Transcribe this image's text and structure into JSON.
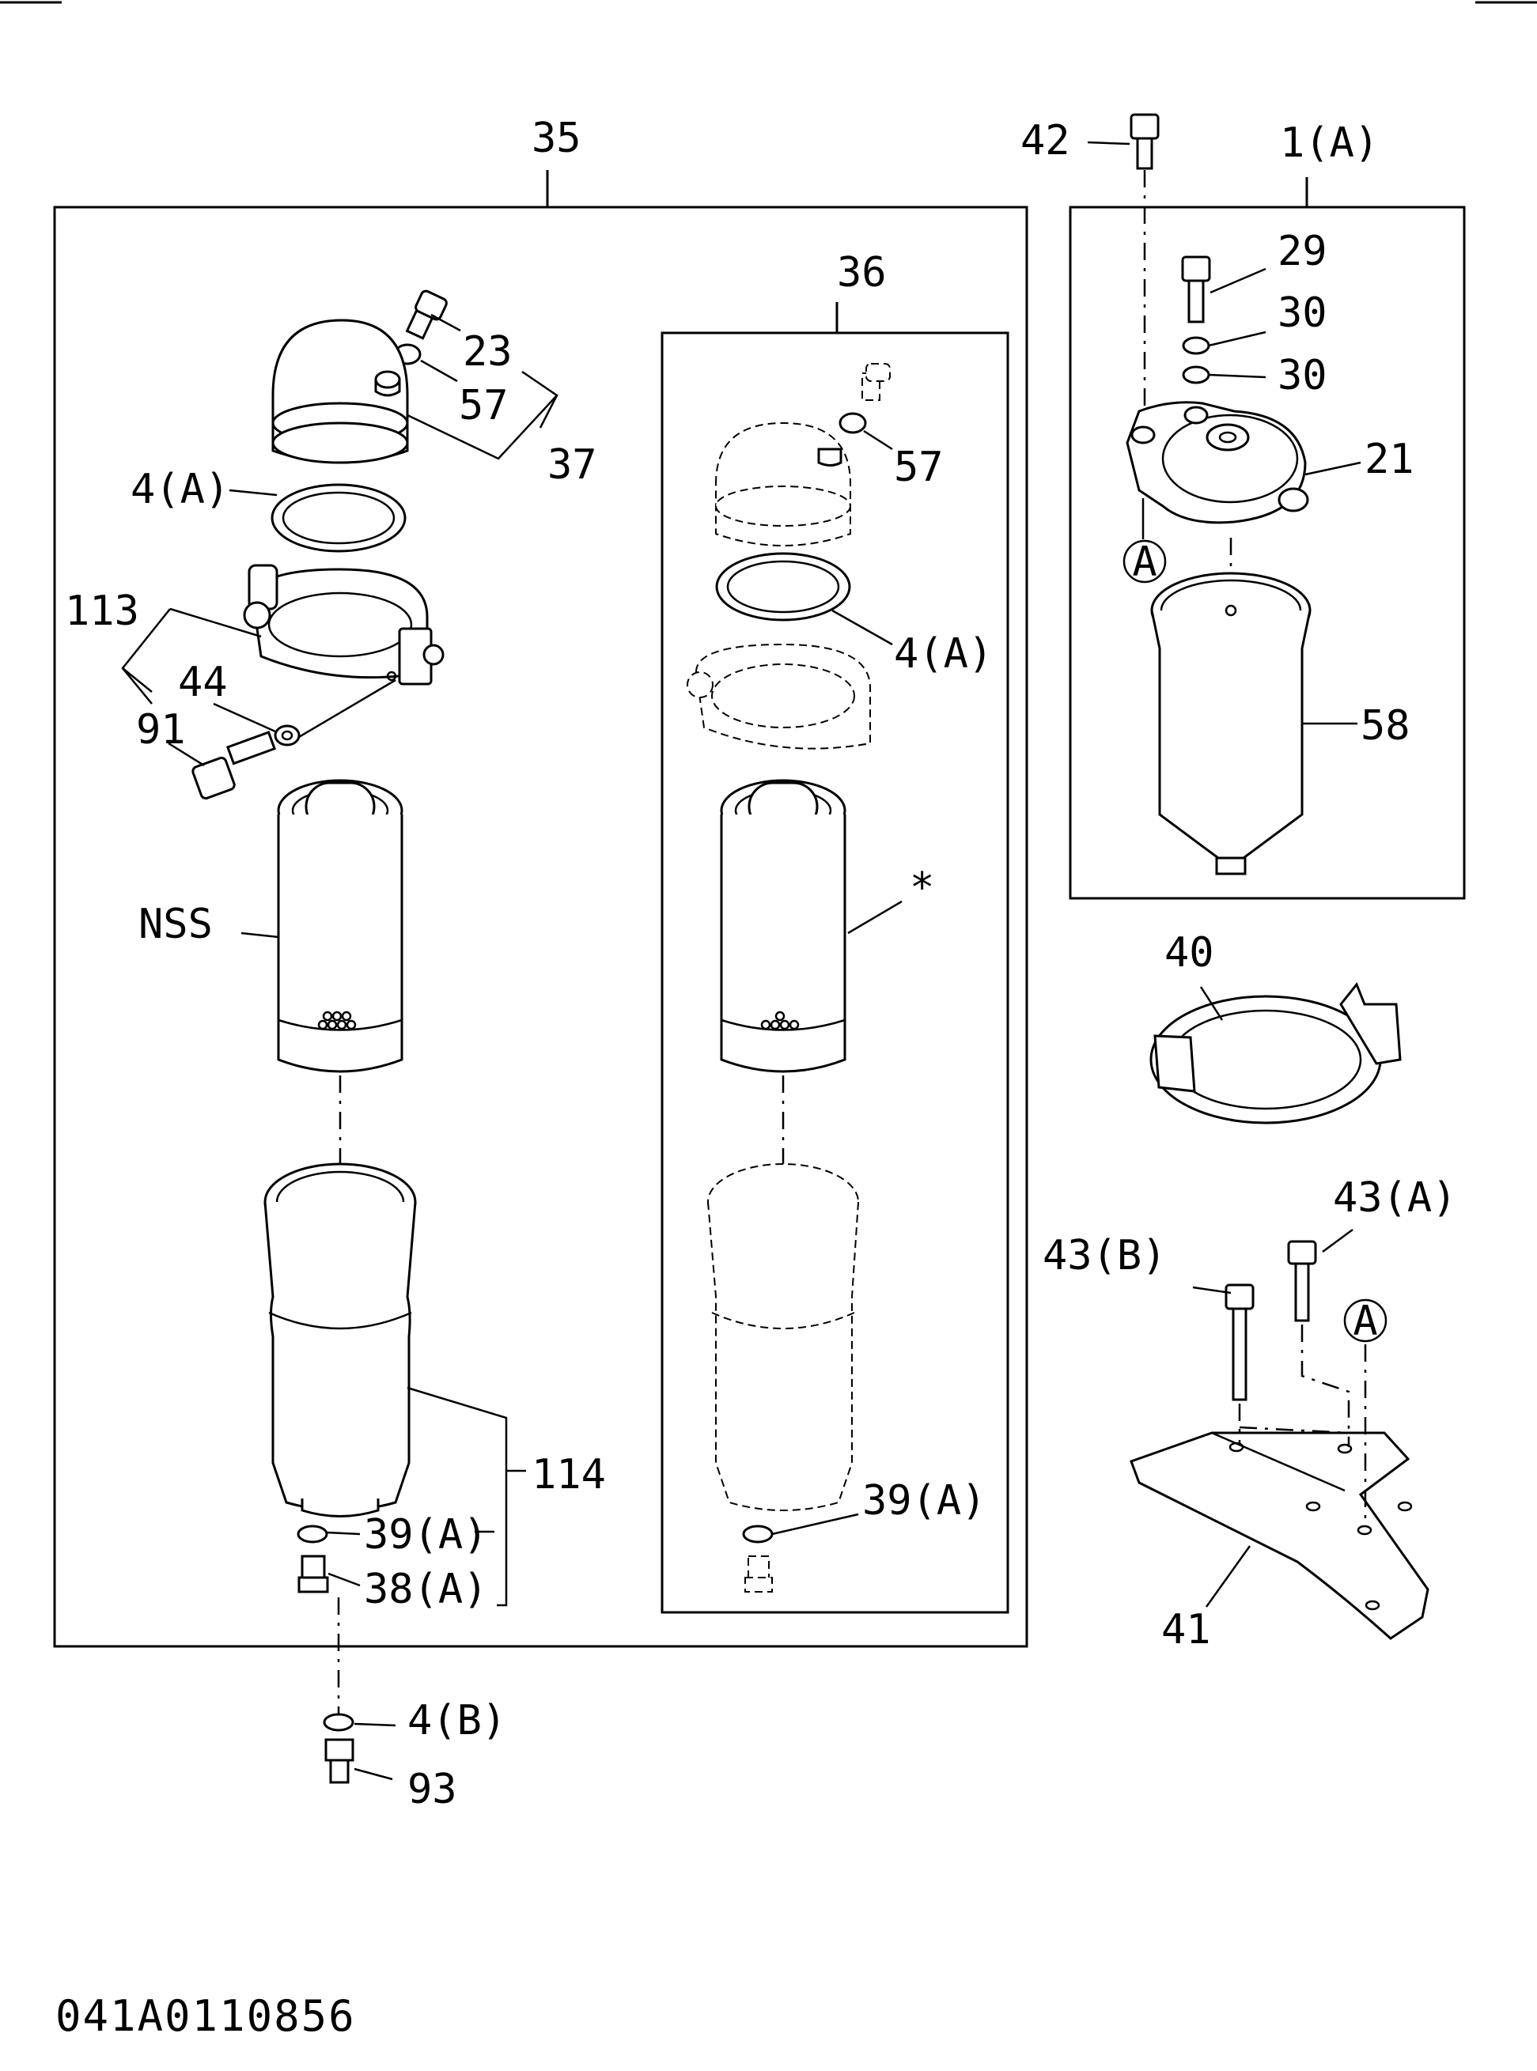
{
  "diagram": {
    "drawing_code": "041A0110856",
    "callouts": {
      "c35": "35",
      "c36": "36",
      "c1a": "1(A)",
      "c42": "42",
      "c29": "29",
      "c30a": "30",
      "c30b": "30",
      "c21": "21",
      "c58": "58",
      "cA1": "A",
      "c23": "23",
      "c57a": "57",
      "c37": "37",
      "c4a1": "4(A)",
      "c113": "113",
      "c44": "44",
      "c91": "91",
      "cNSS": "NSS",
      "c114": "114",
      "c39a1": "39(A)",
      "c38a": "38(A)",
      "c4b": "4(B)",
      "c93": "93",
      "c57b": "57",
      "c4a2": "4(A)",
      "cStar": "*",
      "c39a2": "39(A)",
      "c40": "40",
      "c43a": "43(A)",
      "c43b": "43(B)",
      "cA2": "A",
      "c41": "41"
    }
  }
}
